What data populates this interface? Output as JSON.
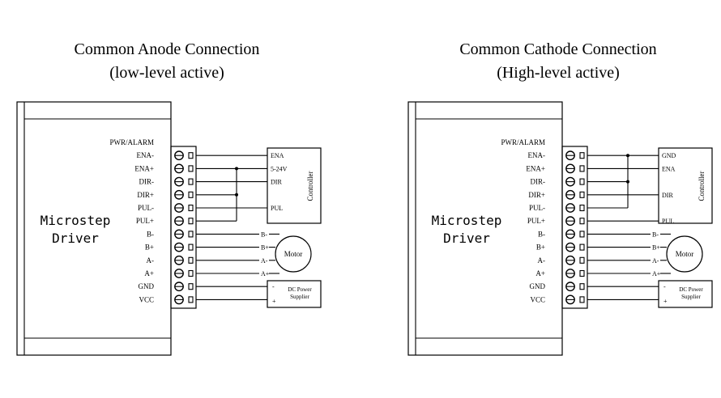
{
  "left": {
    "title_line1": "Common Anode Connection",
    "title_line2": "(low-level active)",
    "driver_label_line1": "Microstep",
    "driver_label_line2": "Driver",
    "pins": [
      "PWR/ALARM",
      "ENA-",
      "ENA+",
      "DIR-",
      "DIR+",
      "PUL-",
      "PUL+",
      "B-",
      "B+",
      "A-",
      "A+",
      "GND",
      "VCC"
    ],
    "controller_title": "Controller",
    "controller_labels": [
      "ENA",
      "5-24V",
      "DIR",
      "PUL"
    ],
    "motor_title": "Motor",
    "motor_labels": [
      "B-",
      "B+",
      "A-",
      "A+"
    ],
    "power_title_line1": "DC Power",
    "power_title_line2": "Supplier",
    "power_minus": "-",
    "power_plus": "+"
  },
  "right": {
    "title_line1": "Common Cathode Connection",
    "title_line2": "(High-level active)",
    "driver_label_line1": "Microstep",
    "driver_label_line2": "Driver",
    "pins": [
      "PWR/ALARM",
      "ENA-",
      "ENA+",
      "DIR-",
      "DIR+",
      "PUL-",
      "PUL+",
      "B-",
      "B+",
      "A-",
      "A+",
      "GND",
      "VCC"
    ],
    "controller_title": "Controller",
    "controller_labels": [
      "GND",
      "ENA",
      "DIR",
      "PUL"
    ],
    "motor_title": "Motor",
    "motor_labels": [
      "B-",
      "B+",
      "A-",
      "A+"
    ],
    "power_title_line1": "DC Power",
    "power_title_line2": "Supplier",
    "power_minus": "-",
    "power_plus": "+"
  }
}
